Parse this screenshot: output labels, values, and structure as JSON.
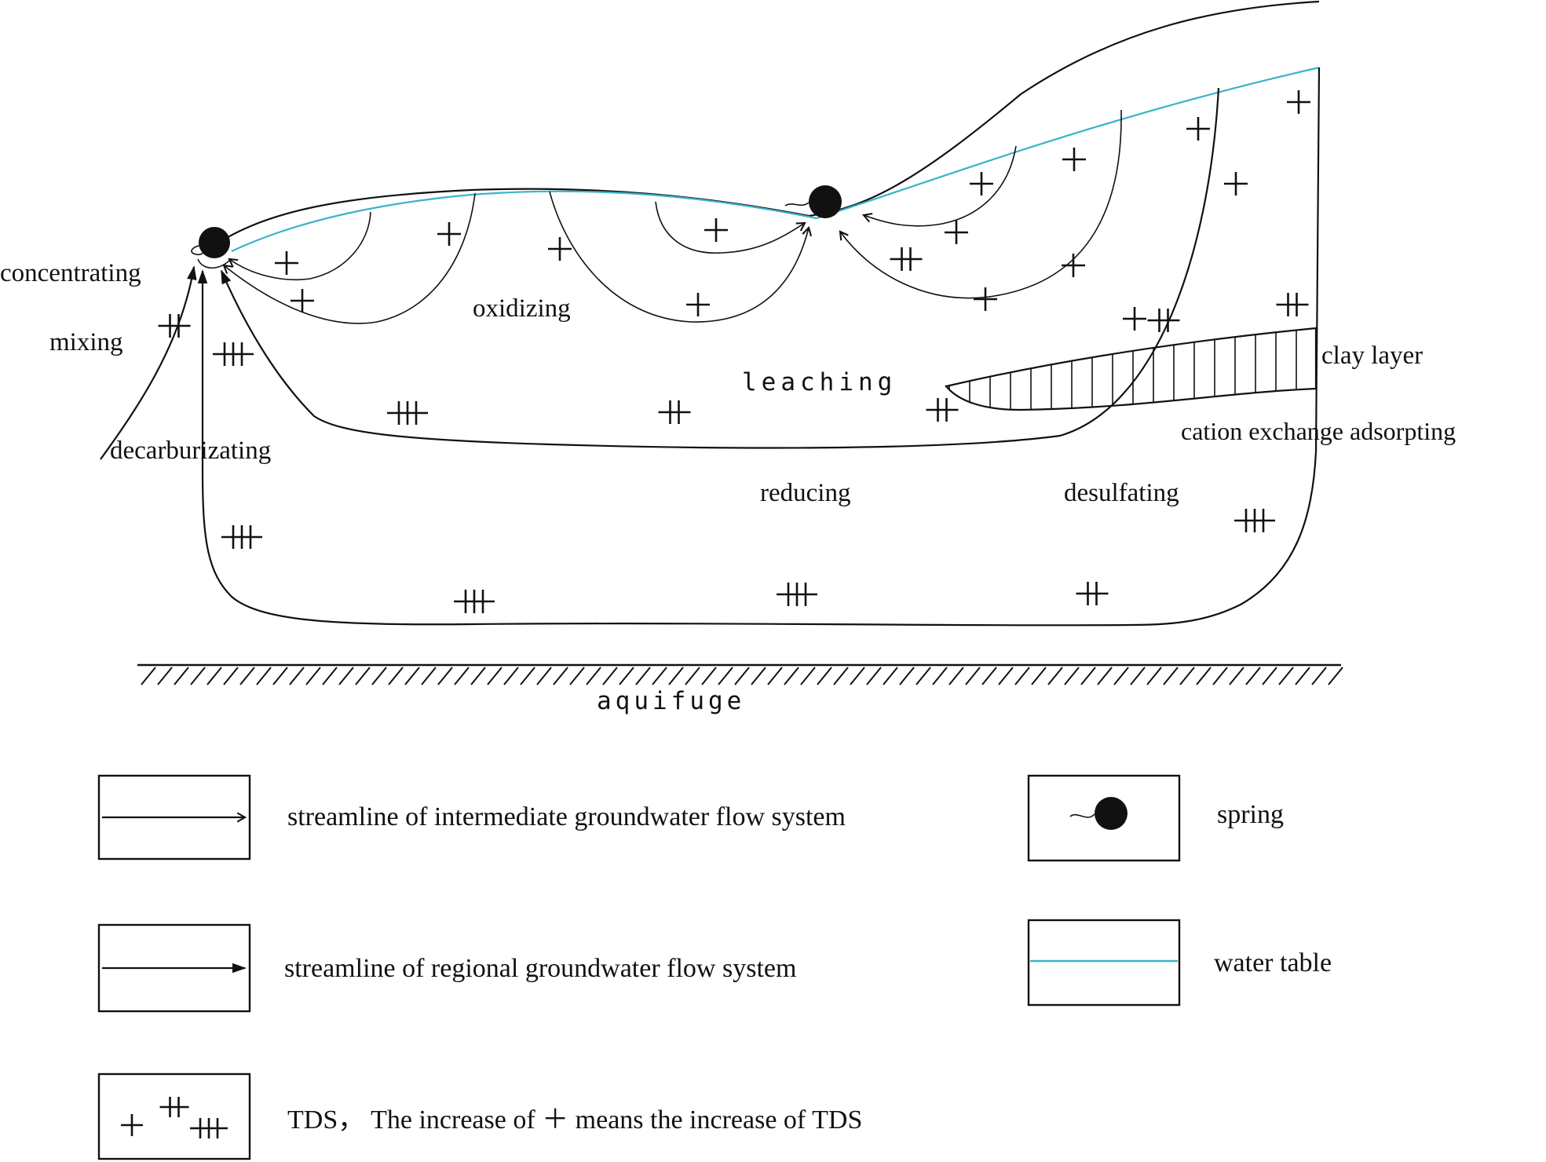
{
  "diagram": {
    "colors": {
      "line": "#111111",
      "water_table": "#3bb3c6",
      "background": "#ffffff"
    },
    "process_labels": {
      "concentrating": "concentrating",
      "mixing": "mixing",
      "decarburizating": "decarburizating",
      "oxidizing": "oxidizing",
      "leaching": "leaching",
      "clay_layer": "clay layer",
      "cation_exchange": "cation exchange adsorpting",
      "reducing": "reducing",
      "desulfating": "desulfating",
      "aquifuge": "aquifuge"
    },
    "tds_markers": [
      {
        "level": 1
      },
      {
        "level": 1
      },
      {
        "level": 1
      },
      {
        "level": 1
      },
      {
        "level": 1
      },
      {
        "level": 1
      },
      {
        "level": 1
      },
      {
        "level": 1
      },
      {
        "level": 1
      },
      {
        "level": 1
      },
      {
        "level": 1
      },
      {
        "level": 1
      },
      {
        "level": 1
      },
      {
        "level": 1
      },
      {
        "level": 1
      },
      {
        "level": 2
      },
      {
        "level": 2
      },
      {
        "level": 2
      },
      {
        "level": 2
      },
      {
        "level": 2
      },
      {
        "level": 2
      },
      {
        "level": 2
      },
      {
        "level": 3
      },
      {
        "level": 3
      },
      {
        "level": 3
      },
      {
        "level": 3
      },
      {
        "level": 3
      },
      {
        "level": 3
      }
    ]
  },
  "legend": {
    "intermediate_streamline": "streamline of intermediate groundwater flow system",
    "regional_streamline": "streamline of regional groundwater flow system",
    "tds": "TDS，  The increase of ＋ means the increase of TDS",
    "spring": "spring",
    "water_table": "water table",
    "icons": {
      "intermediate": "open-arrow-icon",
      "regional": "filled-arrow-icon",
      "tds": "plus-markers-icon",
      "spring": "spring-icon",
      "water_table": "water-table-line-icon"
    }
  }
}
